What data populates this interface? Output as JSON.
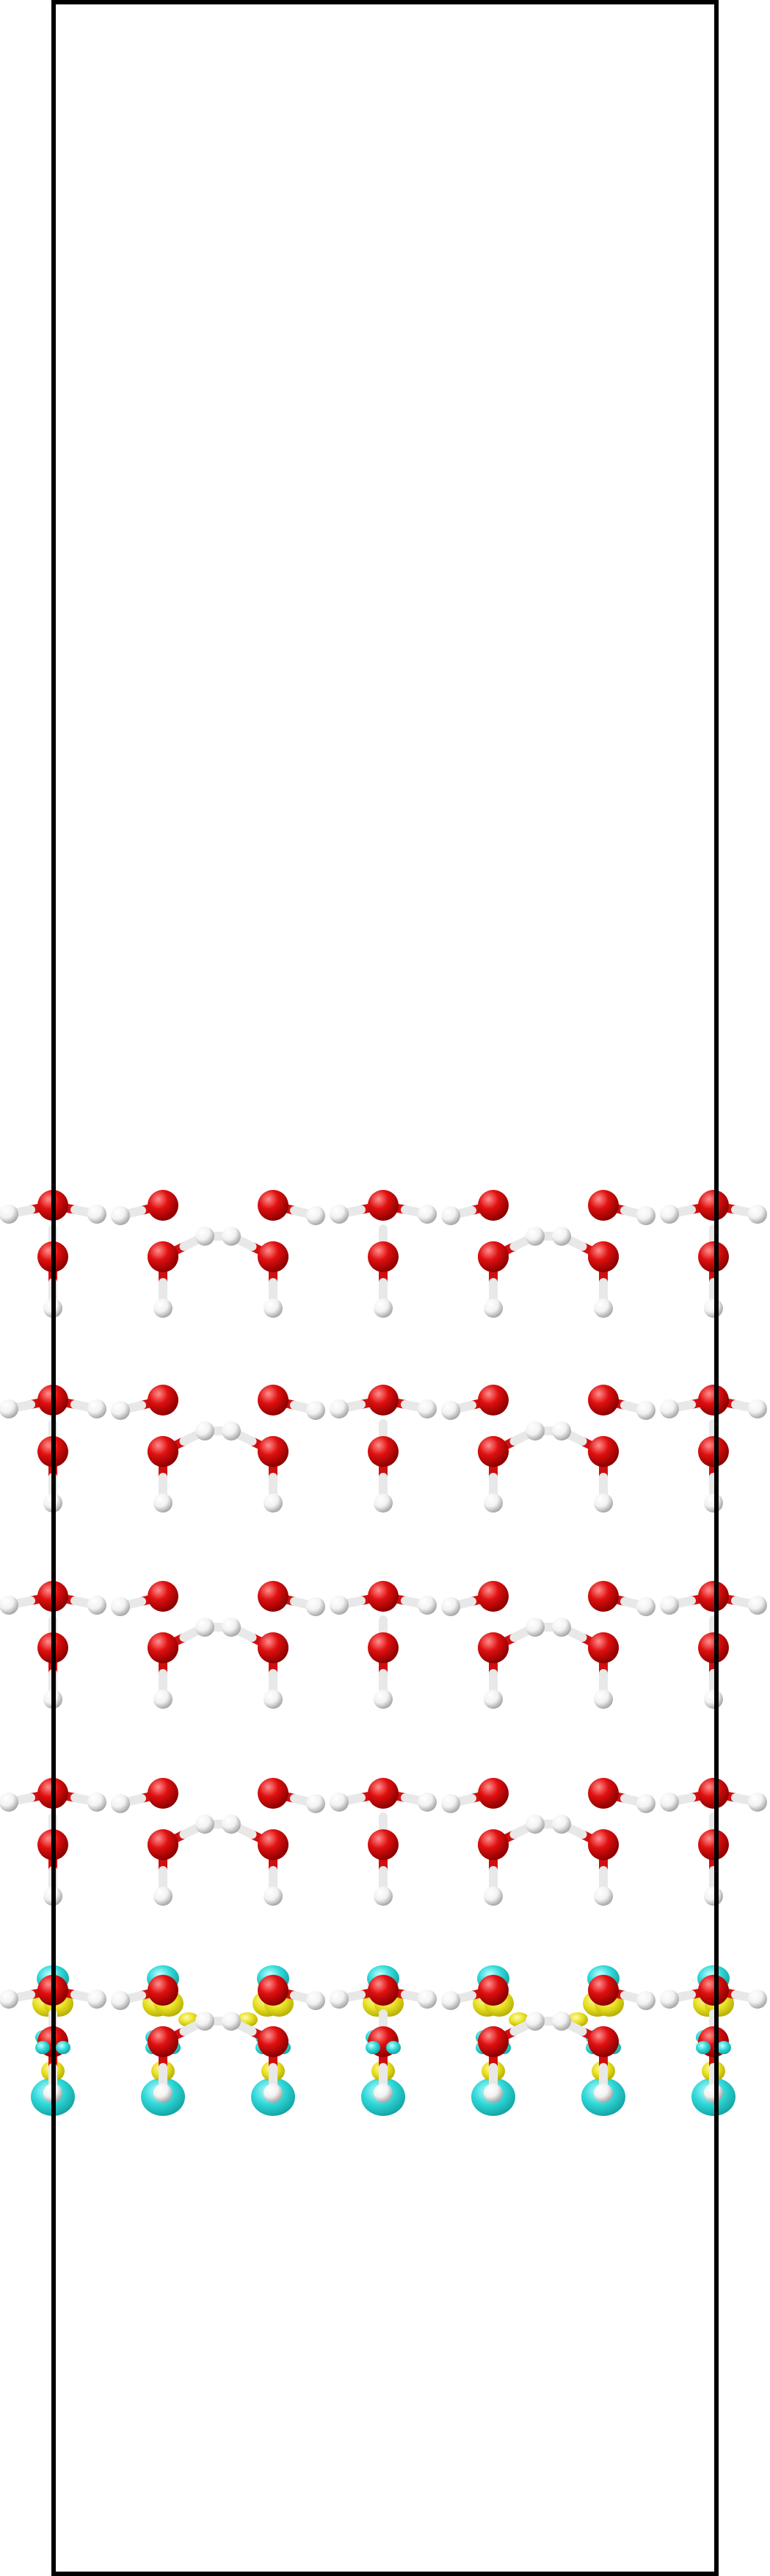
{
  "scene": {
    "background": "#ffffff",
    "cell_edge_color": "#000000",
    "layer_count": 5,
    "molecules_per_layer": 7,
    "layer_with_density_isosurface": 5
  },
  "colors": {
    "oxygen": "#e01010",
    "oxygen_dark": "#8e0000",
    "oxygen_light": "#ff8f8f",
    "hydrogen": "#f2f2f2",
    "hydrogen_dark": "#a9a9a9",
    "bond_red": "#d01010",
    "bond_white": "#e8e8e8",
    "isosurface_positive": "#e8e020",
    "isosurface_negative": "#30d8d8",
    "isosurface_positive_dark": "#b0a800",
    "isosurface_negative_dark": "#109e9e"
  },
  "legend": {
    "atom_types": [
      "oxygen-icon",
      "hydrogen-icon"
    ],
    "isosurfaces": [
      "positive-lobe-icon",
      "negative-lobe-icon"
    ]
  }
}
